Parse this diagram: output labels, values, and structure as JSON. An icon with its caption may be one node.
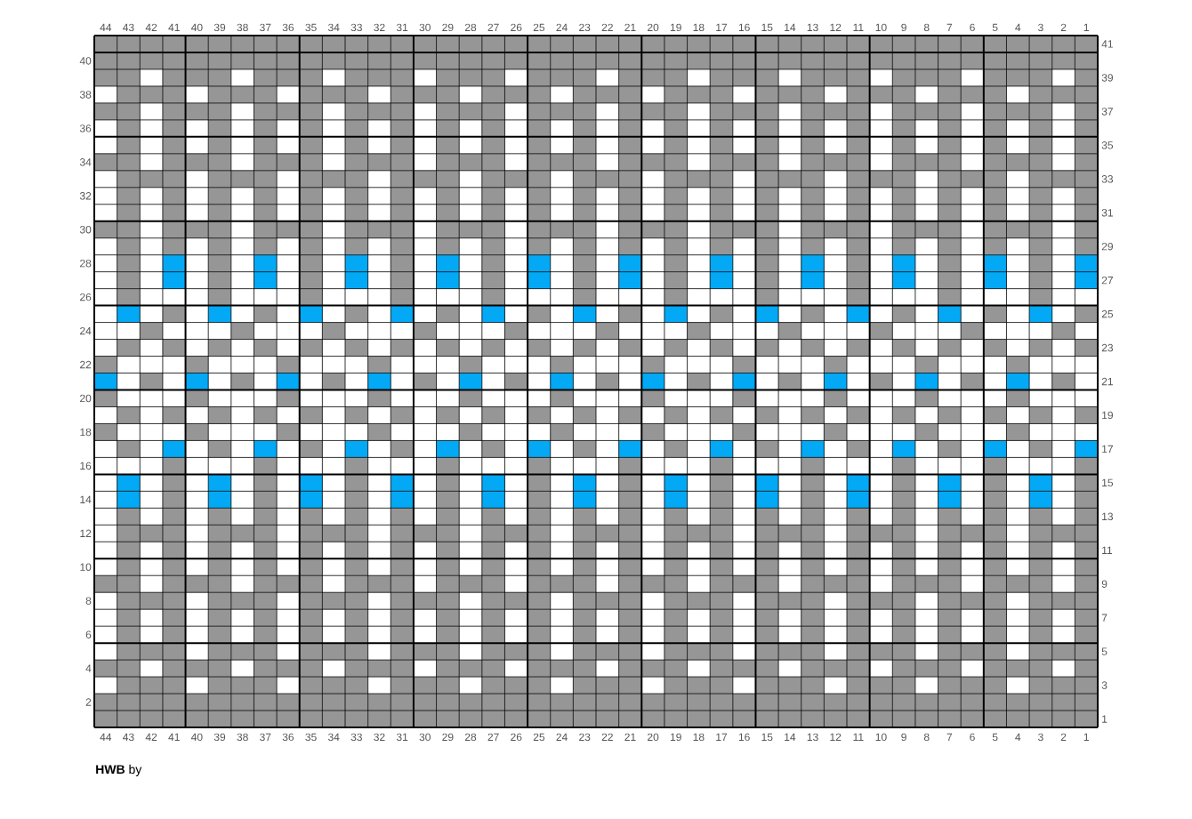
{
  "diagram": {
    "title": "**HWB** by",
    "labels": [
      "44",
      "43",
      "42",
      "41",
      "40",
      "39",
      "38",
      "37",
      "36",
      "35",
      "34",
      "33",
      "32",
      "31",
      "30",
      "29",
      "28",
      "27",
      "26",
      "25",
      "24",
      "23",
      "22",
      "21",
      "20",
      "19",
      "18",
      "17",
      "16",
      "15",
      "14",
      "13",
      "12",
      "11",
      "10",
      "9",
      "8",
      "7",
      "6",
      "5",
      "4",
      "3",
      "2",
      "1",
      "41",
      "40",
      "39",
      "38",
      "37",
      "36",
      "35",
      "34",
      "33",
      "32",
      "31",
      "30",
      "29",
      "28",
      "27",
      "26",
      "25",
      "24",
      "23",
      "22",
      "21",
      "20",
      "19",
      "18",
      "17",
      "16",
      "15",
      "14",
      "13",
      "12",
      "11",
      "10",
      "9",
      "8",
      "7",
      "6",
      "5",
      "4",
      "3",
      "2",
      "1",
      "44",
      "43",
      "42",
      "41",
      "40",
      "39",
      "38",
      "37",
      "36",
      "35",
      "34",
      "33",
      "32",
      "31",
      "30",
      "29",
      "28",
      "27",
      "26",
      "25",
      "24",
      "23",
      "22",
      "21",
      "20",
      "19",
      "18",
      "17",
      "16",
      "15",
      "14",
      "13",
      "12",
      "11",
      "10",
      "9",
      "8",
      "7",
      "6",
      "5",
      "4",
      "3",
      "2",
      "1"
    ]
  }
}
